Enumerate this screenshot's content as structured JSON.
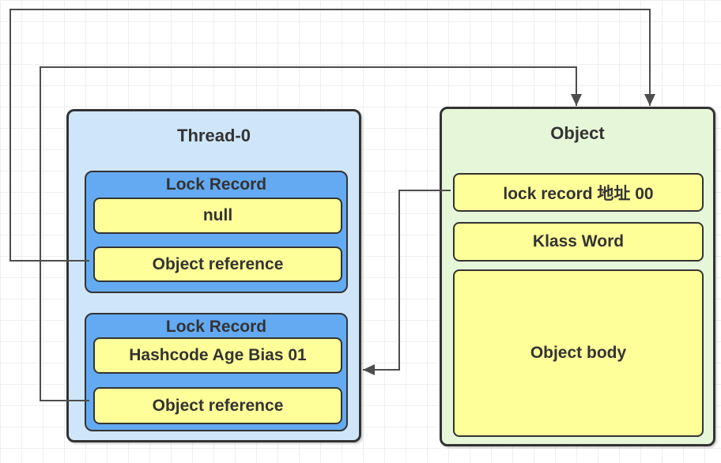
{
  "diagram": {
    "thread": {
      "title": "Thread-0",
      "lock_records": [
        {
          "title": "Lock Record",
          "slots": [
            "null",
            "Object reference"
          ]
        },
        {
          "title": "Lock Record",
          "slots": [
            "Hashcode Age Bias 01",
            "Object reference"
          ]
        }
      ]
    },
    "object": {
      "title": "Object",
      "slots": [
        "lock record 地址 00",
        "Klass Word",
        "Object body"
      ]
    },
    "colors": {
      "thread_fill": "#cfe6fa",
      "lock_record_fill": "#64aaf2",
      "slot_fill": "#ffff99",
      "object_fill": "#e6f6d8",
      "border": "#333333",
      "arrow": "#4d4d4d",
      "grid_line": "#efefef",
      "background": "#ffffff"
    }
  }
}
